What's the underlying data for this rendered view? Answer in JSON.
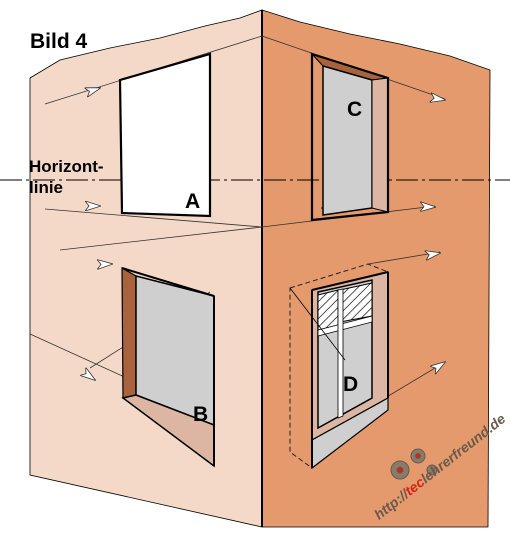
{
  "figure": {
    "title": "Bild 4",
    "horizon_label": "Horizont-\nlinie"
  },
  "windows": [
    {
      "id": "A",
      "label": "A"
    },
    {
      "id": "B",
      "label": "B"
    },
    {
      "id": "C",
      "label": "C"
    },
    {
      "id": "D",
      "label": "D"
    }
  ],
  "watermark": {
    "prefix": "http://",
    "accent": "tec",
    "suffix": "lehrerfreund.de"
  },
  "colors": {
    "left_wall": "#f5d9c8",
    "right_wall": "#e49a6c",
    "window_glass": "#cfcfcf",
    "window_reveal_dark": "#a9633c",
    "window_reveal_light": "#dcb6a3",
    "outline": "#000000",
    "watermark_accent": "#d02818"
  }
}
